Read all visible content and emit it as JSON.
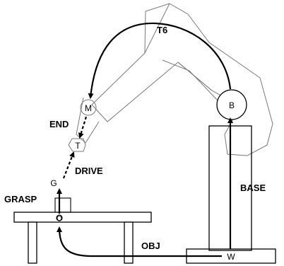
{
  "labels": {
    "t6": "T6",
    "end": "END",
    "drive": "DRIVE",
    "grasp": "GRASP",
    "base": "BASE",
    "obj": "OBJ"
  },
  "nodes": {
    "m": "M",
    "b": "B",
    "t": "T",
    "g": "G",
    "o": "O",
    "w": "W"
  },
  "colors": {
    "line": "#000000",
    "robot_outline": "#7a7a7a",
    "background": "#ffffff"
  }
}
